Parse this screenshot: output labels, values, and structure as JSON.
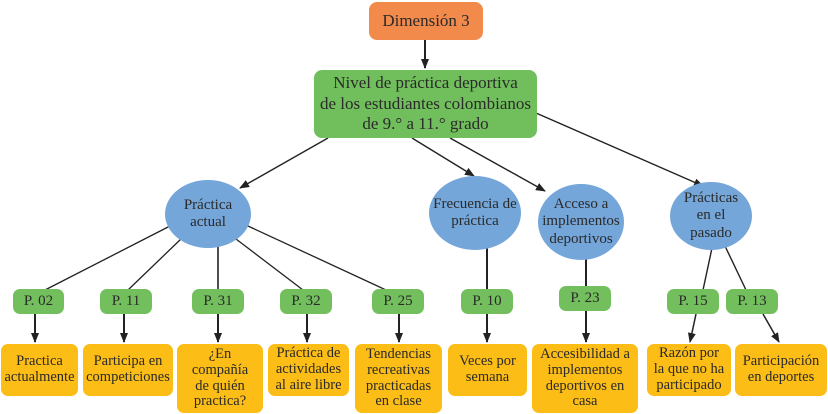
{
  "diagram": {
    "root": "Dimensión 3",
    "main": "Nivel de práctica deportiva de los estudiantes colombianos de 9.° a 11.° grado",
    "main_lines": [
      "Nivel de práctica deportiva",
      "de los estudiantes colombianos",
      "de 9.° a 11.° grado"
    ],
    "categories": [
      {
        "label": "Práctica actual"
      },
      {
        "label": "Frecuencia de práctica"
      },
      {
        "label": "Acceso a implementos deportivos"
      },
      {
        "label": "Prácticas en el pasado"
      }
    ],
    "questions": [
      {
        "code": "P. 02",
        "description": "Practica actualmente"
      },
      {
        "code": "P. 11",
        "description": "Participa en competiciones"
      },
      {
        "code": "P. 31",
        "description": "¿En compañía de quién practica?"
      },
      {
        "code": "P. 32",
        "description": "Práctica de actividades al aire libre"
      },
      {
        "code": "P. 25",
        "description": "Tendencias recreativas practicadas en clase"
      },
      {
        "code": "P. 10",
        "description": "Veces por semana"
      },
      {
        "code": "P. 23",
        "description": "Accesibilidad a implementos deportivos en casa"
      },
      {
        "code": "P. 15",
        "description": "Razón por la que no ha participado"
      },
      {
        "code": "P. 13",
        "description": "Participación en deportes"
      }
    ],
    "colors": {
      "root": "#f28a4b",
      "main": "#71bf5c",
      "category": "#74a6d9",
      "question_code": "#73bf5e",
      "description": "#fbbd16",
      "edge": "#222222"
    }
  }
}
